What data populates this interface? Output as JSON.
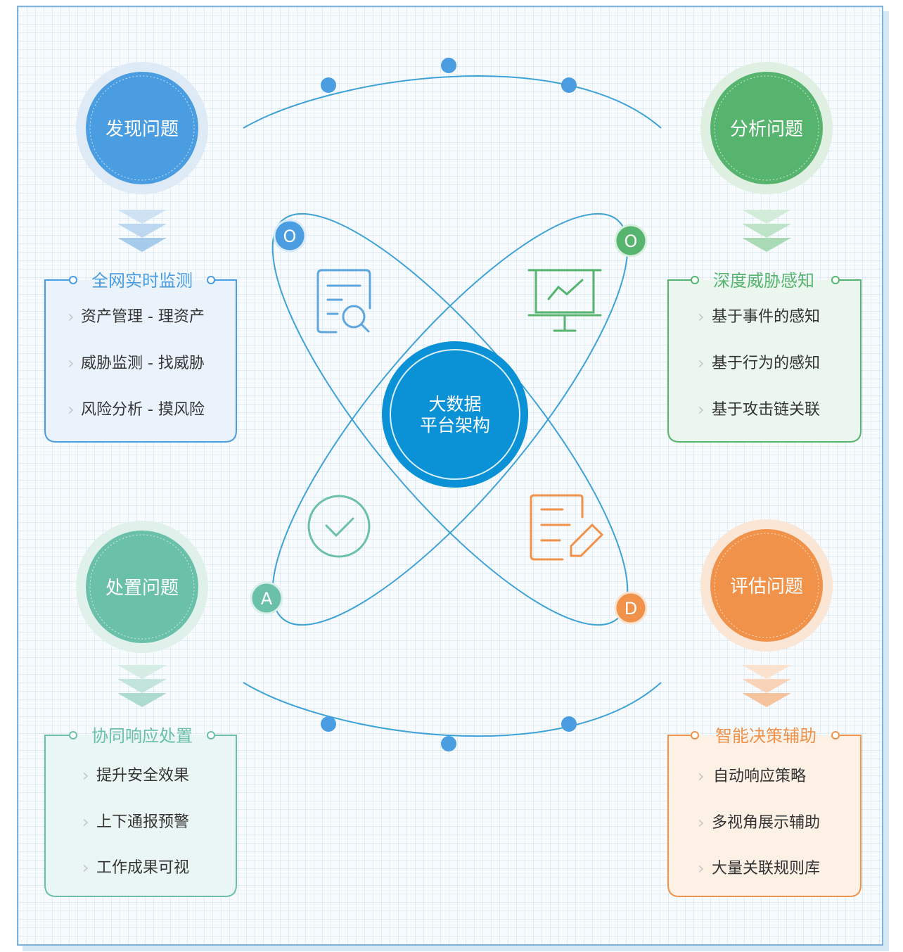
{
  "center": {
    "line1": "大数据",
    "line2": "平台架构"
  },
  "badges": {
    "top_left": "O",
    "top_right": "O",
    "bottom_left": "A",
    "bottom_right": "D"
  },
  "colors": {
    "blue": "#3f9ade",
    "green": "#56b46e",
    "teal": "#6bc0aa",
    "orange": "#f0924a",
    "center": "#0a91d6",
    "line": "#2f97cf"
  },
  "quadrants": {
    "discover": {
      "title": "发现问题",
      "panel_title": "全网实时监测",
      "items": [
        "资产管理 - 理资产",
        "威胁监测 - 找威胁",
        "风险分析 - 摸风险"
      ]
    },
    "analyze": {
      "title": "分析问题",
      "panel_title": "深度威胁感知",
      "items": [
        "基于事件的感知",
        "基于行为的感知",
        "基于攻击链关联"
      ]
    },
    "handle": {
      "title": "处置问题",
      "panel_title": "协同响应处置",
      "items": [
        "提升安全效果",
        "上下通报预警",
        "工作成果可视"
      ]
    },
    "evaluate": {
      "title": "评估问题",
      "panel_title": "智能决策辅助",
      "items": [
        "自动响应策略",
        "多视角展示辅助",
        "大量关联规则库"
      ]
    }
  }
}
